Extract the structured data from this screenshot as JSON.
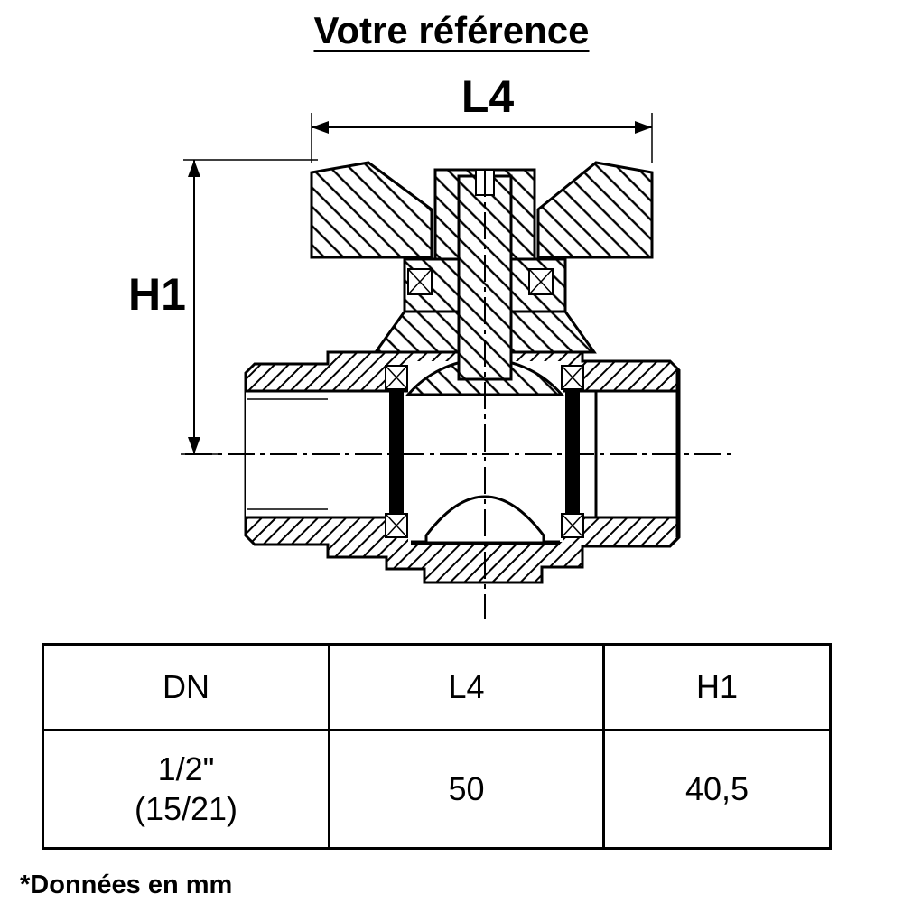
{
  "title": "Votre référence",
  "diagram": {
    "type": "ball-valve-cross-section",
    "l4_label": "L4",
    "h1_label": "H1"
  },
  "table": {
    "headers": [
      "DN",
      "L4",
      "H1"
    ],
    "row": {
      "dn_line1": "1/2\"",
      "dn_line2": "(15/21)",
      "l4": "50",
      "h1": "40,5"
    }
  },
  "footnote": "*Données en mm",
  "colors": {
    "ink": "#000000",
    "background": "#ffffff"
  }
}
